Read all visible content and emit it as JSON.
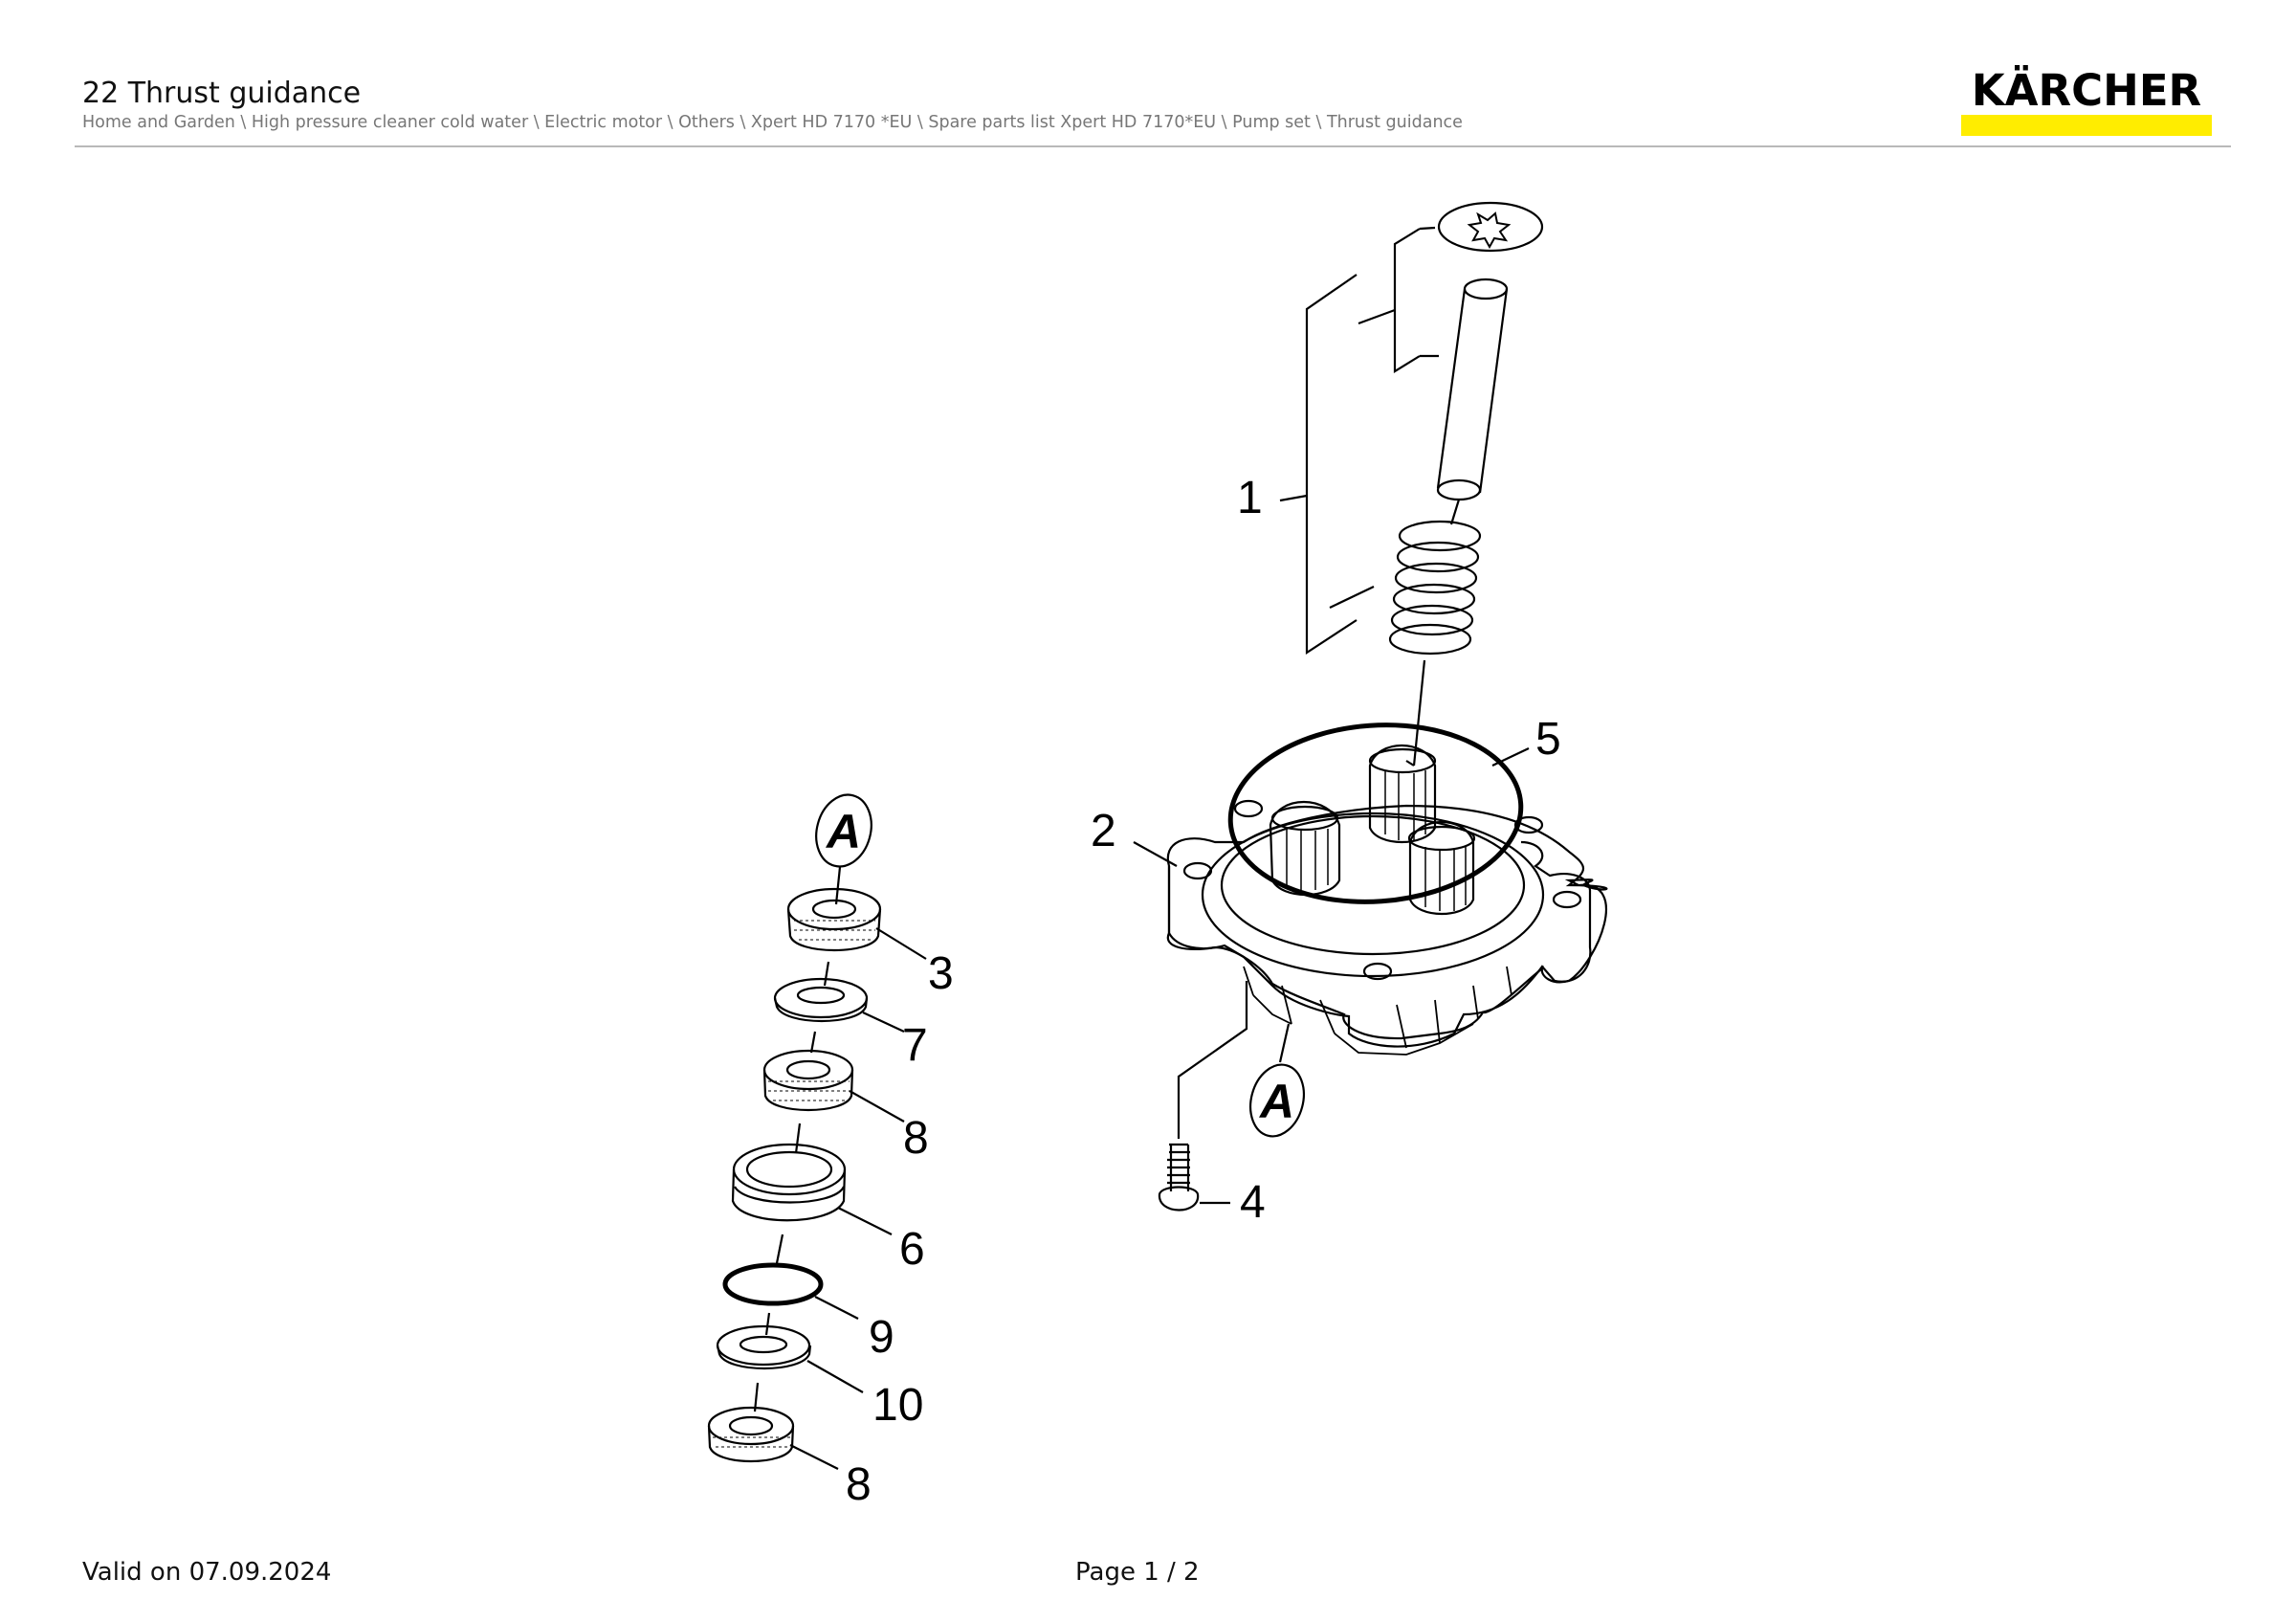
{
  "header": {
    "title": "22 Thrust guidance",
    "breadcrumb": "Home and Garden \\ High pressure cleaner cold water \\ Electric motor \\ Others \\ Xpert HD 7170 *EU \\ Spare parts list Xpert HD 7170*EU \\ Pump set \\ Thrust guidance",
    "logo_text": "KÄRCHER",
    "brand_color": "#ffed00"
  },
  "diagram": {
    "labels": [
      "1",
      "2",
      "3",
      "4",
      "5",
      "6",
      "7",
      "8",
      "8",
      "9",
      "10"
    ],
    "detail_marker": "A"
  },
  "footer": {
    "valid": "Valid on 07.09.2024",
    "page": "Page 1 / 2"
  }
}
